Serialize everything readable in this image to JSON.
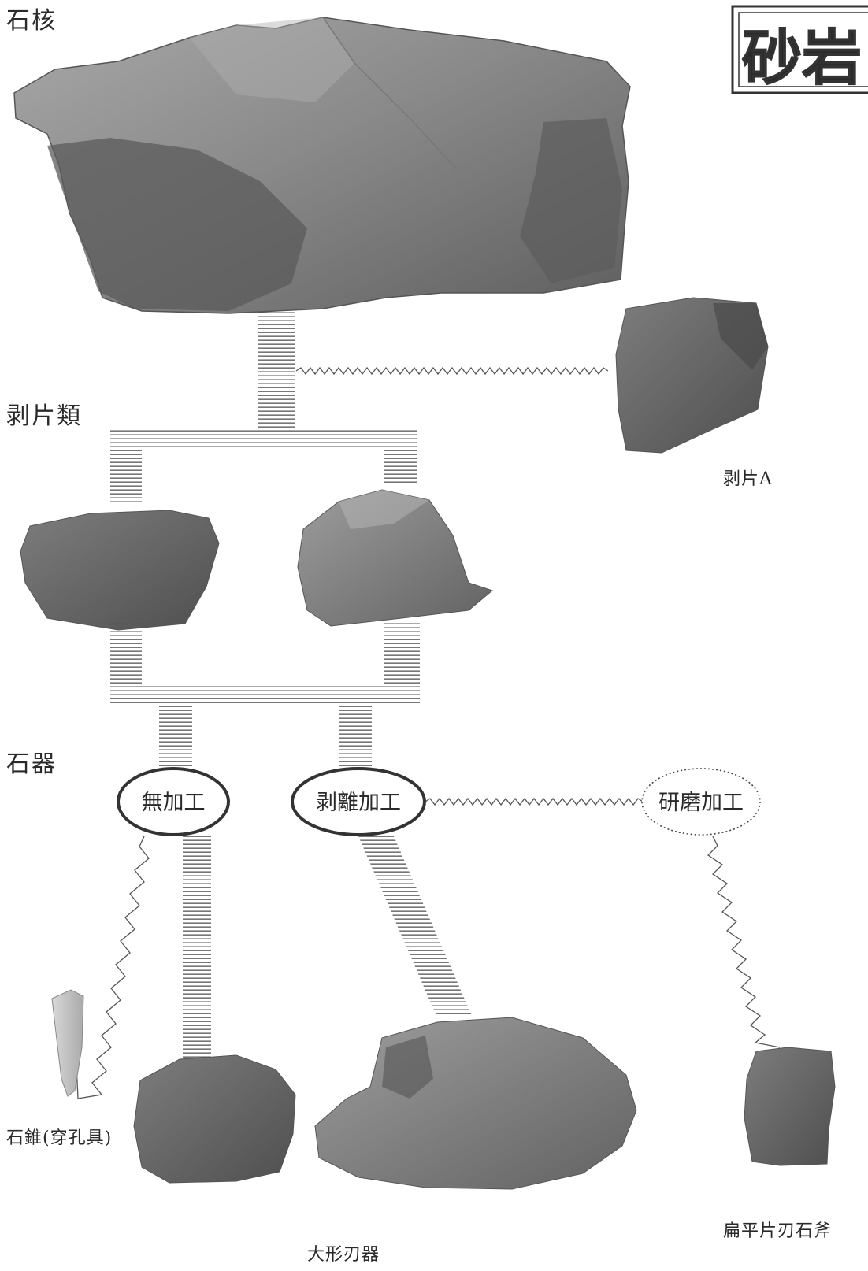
{
  "stamp_label": "砂岩",
  "sections": {
    "core": "石核",
    "flakes": "剥片類",
    "tools": "石器"
  },
  "nodes": {
    "no_processing": "無加工",
    "flaking": "剥離加工",
    "grinding": "研磨加工"
  },
  "specimens": {
    "flake_a": "剥片A",
    "drill": "石錐(穿孔具)",
    "large_blade": "大形刃器",
    "flat_axe": "扁平片刃石斧"
  },
  "colors": {
    "stone_dark": "#6a6a6a",
    "stone_mid": "#8e8e8e",
    "stone_light": "#c4c4c4",
    "line": "#555555"
  }
}
